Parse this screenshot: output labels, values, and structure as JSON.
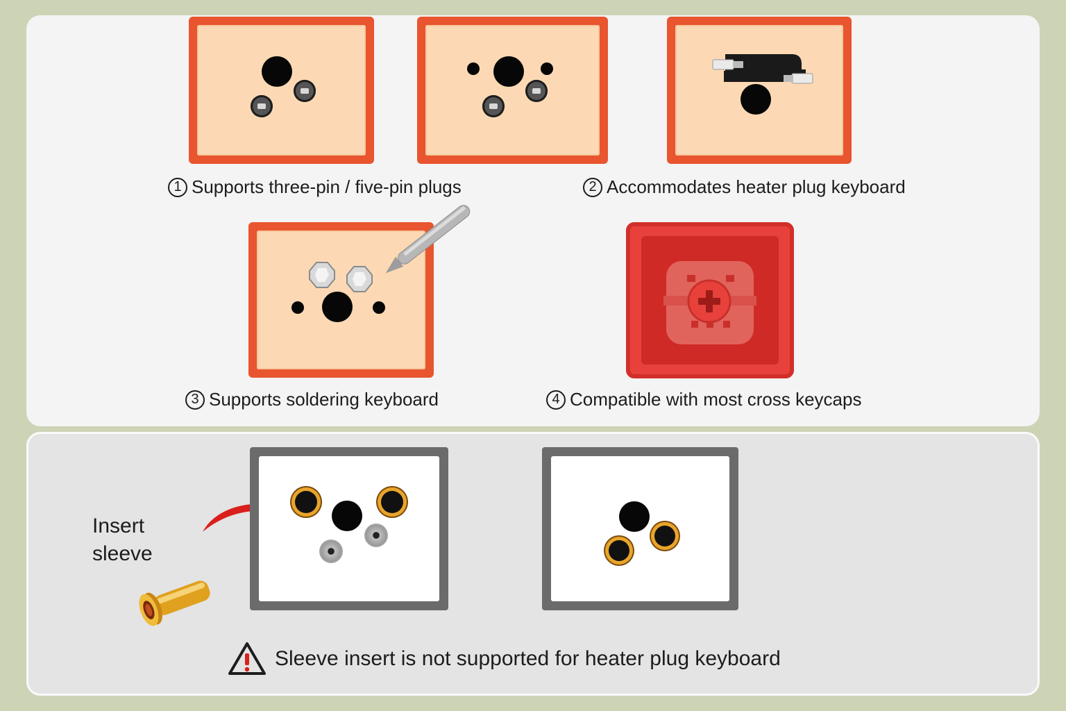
{
  "features": [
    {
      "number": "1",
      "label": "Supports three-pin / five-pin plugs"
    },
    {
      "number": "2",
      "label": "Accommodates heater plug keyboard"
    },
    {
      "number": "3",
      "label": "Supports soldering keyboard"
    },
    {
      "number": "4",
      "label": "Compatible with most cross keycaps"
    }
  ],
  "sleeve": {
    "label_line1": "Insert",
    "label_line2": "sleeve"
  },
  "warning": {
    "icon": "warning-triangle-icon",
    "text": "Sleeve insert is not supported for heater plug keyboard"
  },
  "colors": {
    "frame_orange": "#e8552f",
    "pad_peach": "#fcd9b4",
    "keycap_red": "#e8413c",
    "sleeve_gold": "#e9a52b",
    "background": "#cdd3b5"
  }
}
